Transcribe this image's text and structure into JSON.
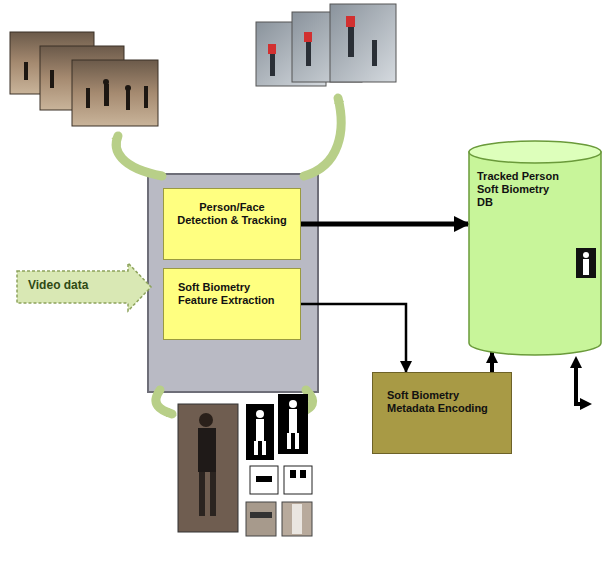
{
  "diagram": {
    "nodes": [
      {
        "text": [
          "Video data"
        ]
      },
      {
        "text": [
          "Person/Face Detection & Tracking"
        ]
      },
      {
        "text": [
          "Soft Biometry Feature Extraction"
        ]
      },
      {
        "text": [
          "Soft Biometry Metadata Encoding"
        ]
      },
      {
        "text": [
          "Tracked Person Soft Biometry DB"
        ]
      }
    ],
    "edges": [
      {
        "from": 1,
        "to": 4,
        "arrow": "to"
      },
      {
        "from": 2,
        "to": 3,
        "arrow": "to"
      },
      {
        "from": 3,
        "to": 4,
        "arrow": "to"
      }
    ]
  }
}
